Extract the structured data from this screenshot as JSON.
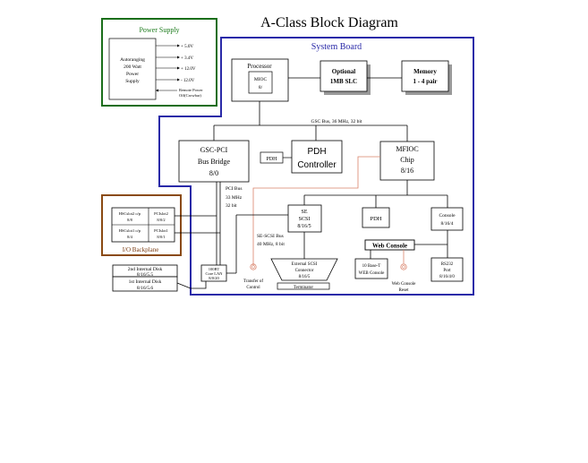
{
  "title": "A-Class Block Diagram",
  "colors": {
    "power_border": "#1a6e1a",
    "system_border": "#2a2aa8",
    "io_border": "#8a4a12",
    "transfer_line": "#d9826a",
    "power_title": "#1a7a1a",
    "system_title": "#2a2aa8",
    "io_title": "#7a3a10"
  },
  "power_supply": {
    "title": "Power Supply",
    "unit": [
      "Autoranging",
      "200 Watt",
      "Power",
      "Supply"
    ],
    "rails": [
      "+ 5.0V",
      "+ 3.4V",
      "+ 12.0V",
      "- 12.0V"
    ],
    "remote_off": [
      "Remote Power",
      "Off(Crowbar)"
    ]
  },
  "system_board": {
    "title": "System Board",
    "processor": {
      "label": "Processor",
      "mioc": [
        "MIOC",
        "8/"
      ]
    },
    "slc": [
      "Optional",
      "1MB SLC"
    ],
    "memory": [
      "Memory",
      "1 - 4 pair"
    ],
    "gsc_bus": "GSC Bus, 36 MHz, 32 bit",
    "gsc_pci": [
      "GSC-PCI",
      "Bus Bridge",
      "8/0"
    ],
    "pdh_tag": "PDH",
    "pdh_controller": [
      "PDH",
      "Controller"
    ],
    "mfioc": [
      "MFIOC",
      "Chip",
      "8/16"
    ],
    "pci_bus": [
      "PCI Bus",
      "33 MHz",
      "32 bit"
    ],
    "se_scsi": [
      "SE",
      "SCSI",
      "8/16/5"
    ],
    "pdh_small": "PDH",
    "console": [
      "Console",
      "8/16/4"
    ],
    "se_scsi_bus": [
      "SE-SCSI Bus",
      "40 MHz, 8 bit"
    ],
    "web_console": "Web Console",
    "lan": [
      "100BT",
      "Core LAN",
      "8/0/20"
    ],
    "ext_scsi": [
      "External SCSI",
      "Connector",
      "8/16/5"
    ],
    "terminator": "Terminator",
    "base_t": [
      "10 Base-T",
      "WEB Console"
    ],
    "rs232": [
      "RS232",
      "Port",
      "8/16/4/0"
    ],
    "transfer": [
      "Transfer of",
      "Control"
    ],
    "web_reset": [
      "Web Console",
      "Reset"
    ]
  },
  "io_backplane": {
    "label": "I/O Backplane",
    "slots": [
      {
        "name": "HSCslot2 o/p",
        "addr": "8/8"
      },
      {
        "name": "PCIslot2",
        "addr": "8/0/2"
      },
      {
        "name": "HSCslot1 o/p",
        "addr": "8/4"
      },
      {
        "name": "PCIslot1",
        "addr": "8/0/1"
      }
    ]
  },
  "disks": {
    "second": [
      "2nd Internal Disk",
      "8/16/5.5"
    ],
    "first": [
      "1st Internal Disk",
      "8/16/5.6"
    ]
  }
}
